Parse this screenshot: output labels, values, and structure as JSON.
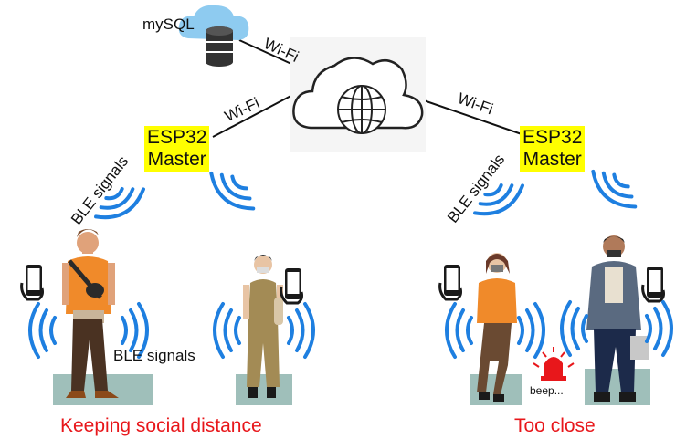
{
  "database": {
    "label": "mySQL",
    "icon": "database-cloud-icon"
  },
  "cloud": {
    "icon": "internet-globe-cloud-icon"
  },
  "links": {
    "db_cloud": "Wi-Fi",
    "left_master_cloud": "Wi-Fi",
    "right_master_cloud": "Wi-Fi"
  },
  "left_master": {
    "line1": "ESP32",
    "line2": "Master"
  },
  "right_master": {
    "line1": "ESP32",
    "line2": "Master"
  },
  "ble": {
    "left_master_label": "BLE signals",
    "right_master_label": "BLE signals",
    "between_people_label": "BLE signals"
  },
  "alarm": {
    "label": "beep...",
    "icon": "siren-icon"
  },
  "scenes": {
    "left_caption": "Keeping social distance",
    "right_caption": "Too close"
  },
  "colors": {
    "highlight": "#ffff00",
    "caption": "#e8171b",
    "signal": "#1e7fe0",
    "platform": "#9fbfba"
  }
}
